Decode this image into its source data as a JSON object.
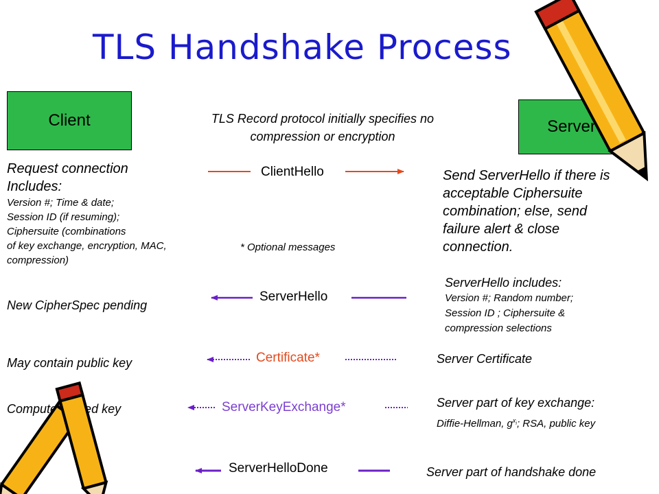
{
  "title": "TLS Handshake Process",
  "client_box": {
    "label": "Client",
    "color": "#2fb84a"
  },
  "server_box": {
    "label": "Server",
    "color": "#2fb84a"
  },
  "note_record": [
    "TLS Record protocol initially specifies no",
    "compression or encryption"
  ],
  "note_optional": "* Optional messages",
  "client_side": {
    "request": [
      "Request connection",
      "Includes:"
    ],
    "request_details": [
      "Version #; Time & date;",
      "Session ID (if resuming);",
      "Ciphersuite (combinations",
      "of key exchange, encryption, MAC,",
      "compression)"
    ],
    "cipherspec": "New CipherSpec pending",
    "public_key": "May contain public key",
    "compute_key": "Compute shared key"
  },
  "messages": [
    {
      "label": "ClientHello",
      "direction": "to-server",
      "style": "solid",
      "color": "#e34a1e",
      "text_color": "#000000"
    },
    {
      "label": "ServerHello",
      "direction": "to-client",
      "style": "solid",
      "color": "#6a1fc8",
      "text_color": "#000000"
    },
    {
      "label": "Certificate*",
      "direction": "to-client",
      "style": "dotted",
      "color": "#6a1fc8",
      "text_color": "#e34a1e"
    },
    {
      "label": "ServerKeyExchange*",
      "direction": "to-client",
      "style": "dotted",
      "color": "#6a1fc8",
      "text_color": "#7b3fd0"
    },
    {
      "label": "ServerHelloDone",
      "direction": "to-client",
      "style": "solid",
      "color": "#6a1fc8",
      "text_color": "#000000"
    }
  ],
  "server_side": {
    "send_hello": [
      "Send ServerHello if there is",
      "acceptable Ciphersuite",
      "combination;  else, send",
      "failure alert & close",
      "connection."
    ],
    "hello_includes": "ServerHello includes:",
    "hello_details": [
      "Version #; Random number;",
      "Session ID ; Ciphersuite &",
      "compression selections"
    ],
    "certificate": "Server Certificate",
    "key_exchange": "Server part of key exchange:",
    "key_exchange_detail": {
      "prefix": "Diffie-Hellman, g",
      "sup": "x",
      "sub": "i",
      "suffix": ";  RSA, public key"
    },
    "handshake_done": "Server part of handshake done"
  },
  "decorations": [
    "pencil-icon",
    "crayons-icon"
  ]
}
